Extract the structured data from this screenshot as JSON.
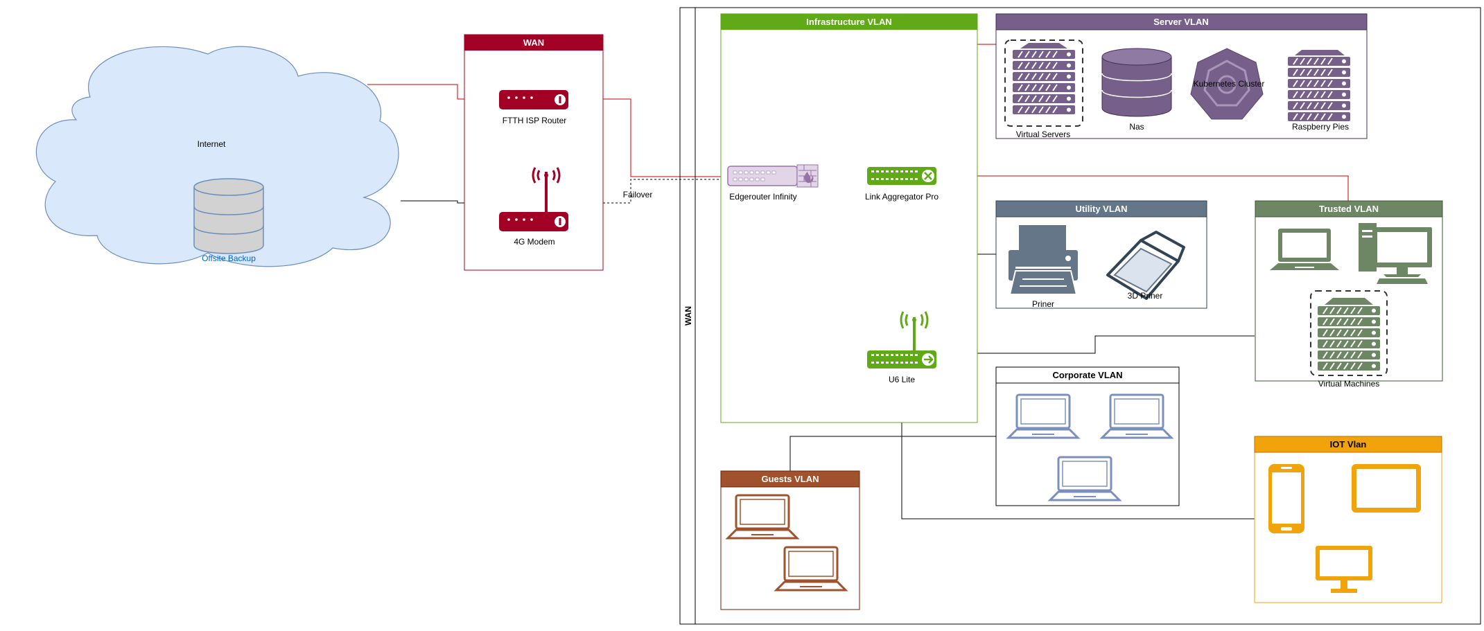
{
  "outer_container": {
    "label": "WAN"
  },
  "internet": {
    "label": "Internet",
    "backup_label": "Offsite Backup"
  },
  "wan_group": {
    "title": "WAN",
    "router_label": "FTTH ISP Router",
    "modem_label": "4G Modem"
  },
  "failover_label": "Failover",
  "infrastructure_vlan": {
    "title": "Infrastructure VLAN",
    "edgerouter_label": "Edgerouter Infinity",
    "aggregator_label": "Link Aggregator Pro",
    "u6_label": "U6 Lite"
  },
  "server_vlan": {
    "title": "Server VLAN",
    "virtual_servers_label": "Virtual Servers",
    "nas_label": "Nas",
    "kubernetes_label": "Kubernetes Cluster",
    "raspberry_label": "Raspberry Pies"
  },
  "utility_vlan": {
    "title": "Utility VLAN",
    "printer_label": "Priner",
    "printer3d_label": "3D Priner"
  },
  "trusted_vlan": {
    "title": "Trusted VLAN",
    "vm_label": "Virtual Machines"
  },
  "corporate_vlan": {
    "title": "Corporate VLAN"
  },
  "guests_vlan": {
    "title": "Guests VLAN"
  },
  "iot_vlan": {
    "title": "IOT Vlan"
  },
  "colors": {
    "wan_red": "#a20025",
    "infra_green": "#60a917",
    "server_purple": "#76608a",
    "utility_slate": "#647687",
    "trusted_green": "#6d8764",
    "corporate_blue": "#7b8fbd",
    "guests_brown": "#a0522d",
    "iot_orange": "#f0a30a",
    "cloud_fill": "#dae8fc",
    "cloud_stroke": "#6c8ebf",
    "link_red": "#cc0000"
  }
}
